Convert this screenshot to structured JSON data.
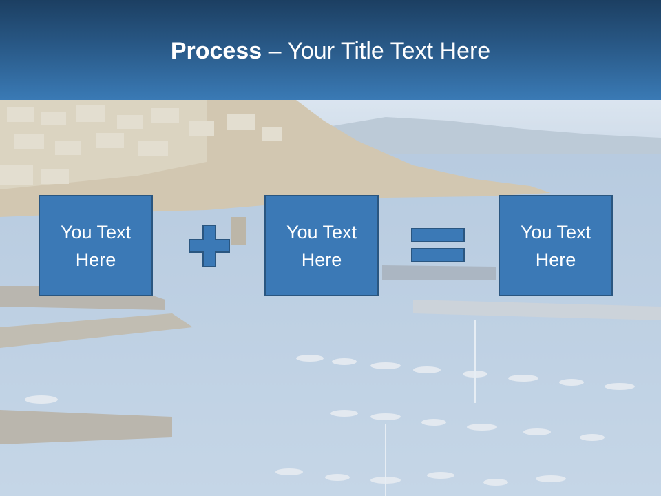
{
  "slide": {
    "title_bold": "Process",
    "title_rest": " – Your Title Text Here"
  },
  "process": {
    "boxes": [
      {
        "label": "You Text Here"
      },
      {
        "label": "You Text Here"
      },
      {
        "label": "You Text Here"
      }
    ],
    "operators": [
      "plus-icon",
      "equals-icon"
    ]
  },
  "colors": {
    "header_dark": "#1c3f62",
    "header_light": "#3a7ab5",
    "box_fill": "#3b79b6",
    "box_border": "#2a5680",
    "text": "#ffffff"
  }
}
